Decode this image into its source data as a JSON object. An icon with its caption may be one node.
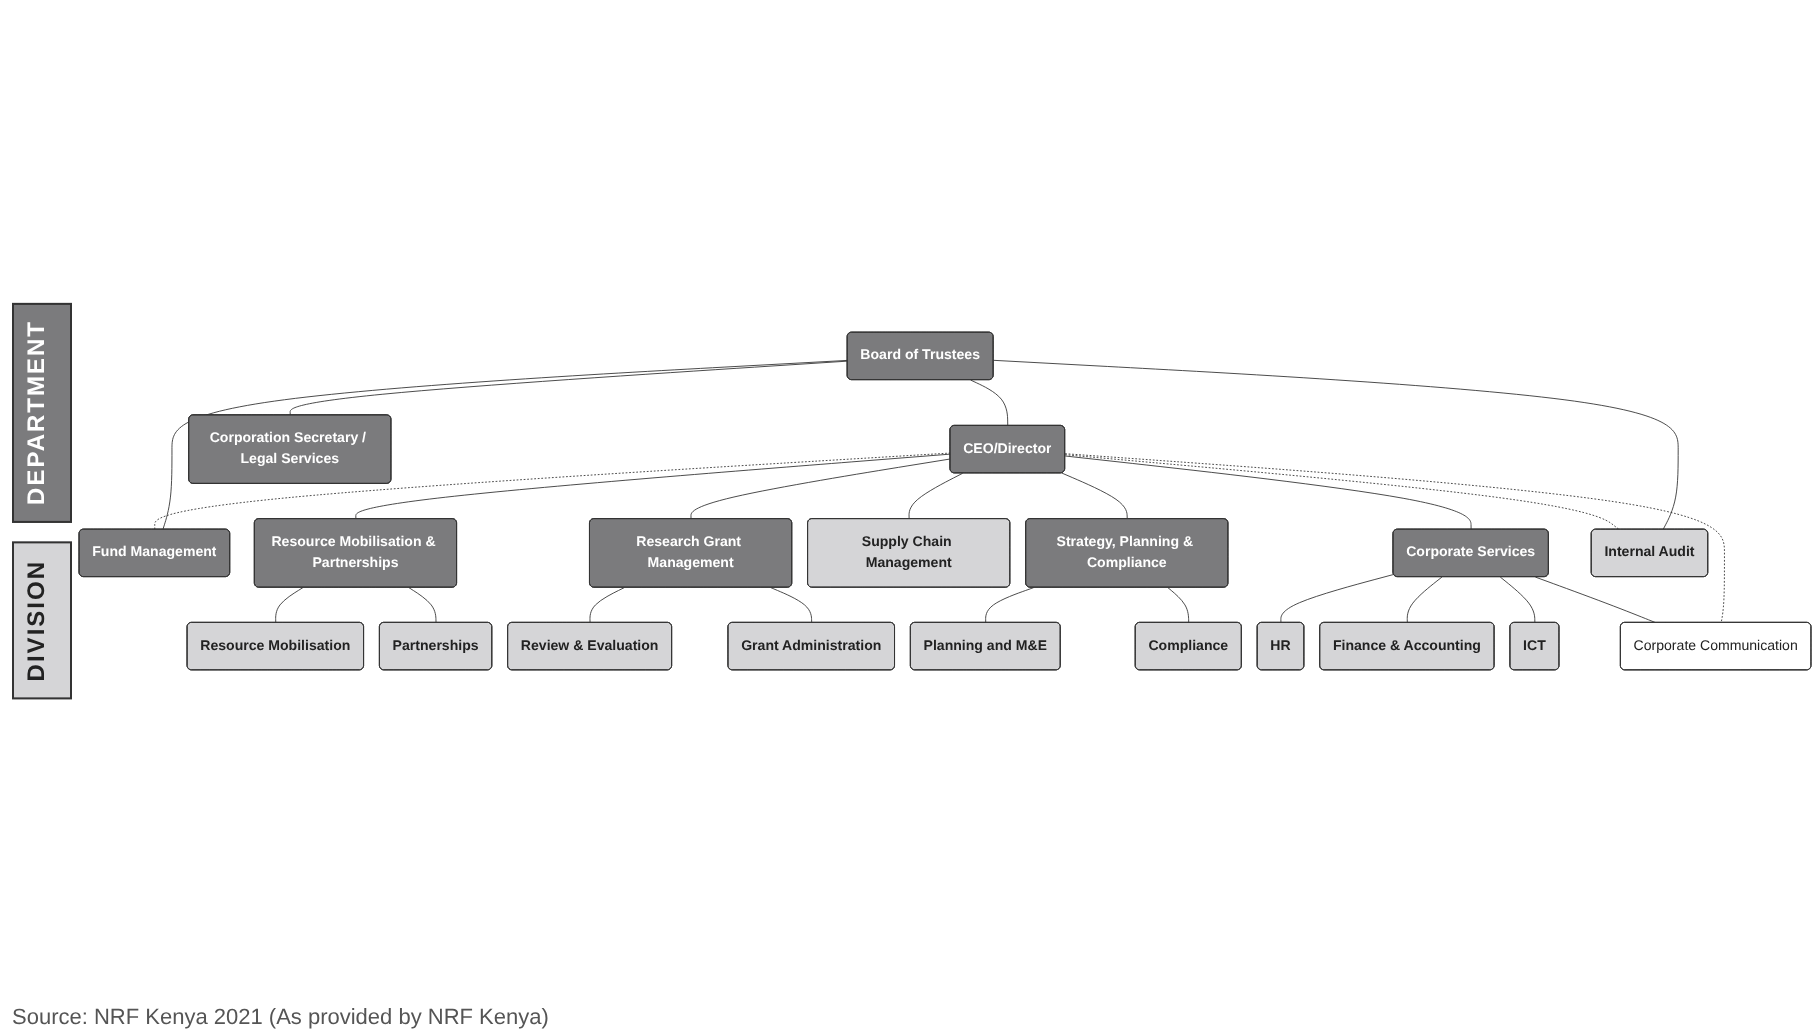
{
  "diagram": {
    "nodes": [
      {
        "text": [
          "Board of Trustees"
        ]
      },
      {
        "text": [
          "CEO/Director"
        ]
      },
      {
        "text": [
          "Fund Management"
        ]
      },
      {
        "text": [
          "Corporation Secretary / Legal Services"
        ]
      },
      {
        "text": [
          "Resource Mobilisation & Partnerships"
        ]
      },
      {
        "text": [
          "Research Grant Management"
        ]
      },
      {
        "text": [
          "Strategy, Planning & Compliance"
        ]
      },
      {
        "text": [
          "Corporate Services"
        ]
      },
      {
        "text": [
          "Resource Mobilisation"
        ]
      },
      {
        "text": [
          "Review & Evaluation"
        ]
      },
      {
        "text": [
          "Supply Chain Management"
        ]
      },
      {
        "text": [
          "Planning and M&E"
        ]
      },
      {
        "text": [
          "HR"
        ]
      },
      {
        "text": [
          "Internal Audit"
        ]
      },
      {
        "text": [
          "Partnerships"
        ]
      },
      {
        "text": [
          "Grant Administration"
        ]
      },
      {
        "text": [
          "Compliance"
        ]
      },
      {
        "text": [
          "Finance & Accounting"
        ]
      },
      {
        "text": [
          "ICT"
        ]
      },
      {
        "text": [
          "Corporate Communication"
        ]
      }
    ],
    "edges": [
      {
        "from": 0,
        "to": 1,
        "arrow": "none"
      },
      {
        "from": 0,
        "to": 2,
        "arrow": "none"
      },
      {
        "from": 1,
        "to": 2,
        "arrow": "none",
        "style": "dashed"
      },
      {
        "from": 0,
        "to": 3,
        "arrow": "none"
      },
      {
        "from": 1,
        "to": 4,
        "arrow": "none"
      },
      {
        "from": 1,
        "to": 5,
        "arrow": "none"
      },
      {
        "from": 1,
        "to": 10,
        "arrow": "none"
      },
      {
        "from": 1,
        "to": 6,
        "arrow": "none"
      },
      {
        "from": 1,
        "to": 7,
        "arrow": "none"
      },
      {
        "from": 0,
        "to": 13,
        "arrow": "none"
      },
      {
        "from": 1,
        "to": 13,
        "arrow": "none",
        "style": "dashed"
      },
      {
        "from": 4,
        "to": 8,
        "arrow": "none"
      },
      {
        "from": 4,
        "to": 14,
        "arrow": "none"
      },
      {
        "from": 5,
        "to": 9,
        "arrow": "none"
      },
      {
        "from": 5,
        "to": 15,
        "arrow": "none"
      },
      {
        "from": 6,
        "to": 11,
        "arrow": "none"
      },
      {
        "from": 6,
        "to": 16,
        "arrow": "none"
      },
      {
        "from": 7,
        "to": 12,
        "arrow": "none"
      },
      {
        "from": 7,
        "to": 17,
        "arrow": "none"
      },
      {
        "from": 7,
        "to": 18,
        "arrow": "none"
      },
      {
        "from": 1,
        "to": 19,
        "arrow": "none",
        "style": "dashed"
      },
      {
        "from": 7,
        "to": 19,
        "arrow": "none"
      }
    ],
    "labels": [
      "DEPARTMENT",
      "DIVISION",
      "Source: NRF Kenya 2021 (As provided by NRF Kenya)"
    ]
  }
}
